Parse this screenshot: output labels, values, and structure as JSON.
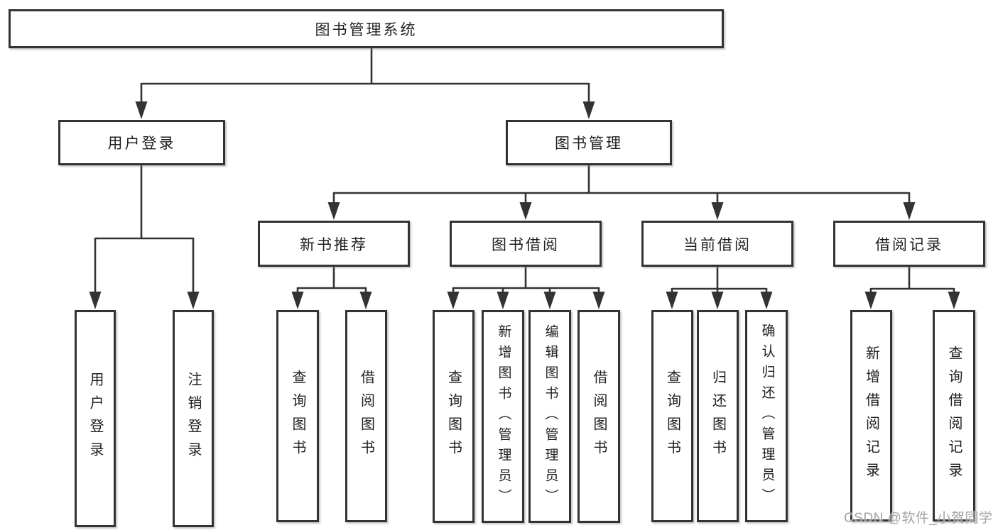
{
  "diagram": {
    "type": "hierarchy-tree",
    "root": {
      "label": "图书管理系统"
    },
    "branches": [
      {
        "label": "用户登录",
        "children": [
          {
            "label": "用户登录"
          },
          {
            "label": "注销登录"
          }
        ]
      },
      {
        "label": "图书管理",
        "children": [
          {
            "label": "新书推荐",
            "children": [
              {
                "label": "查询图书"
              },
              {
                "label": "借阅图书"
              }
            ]
          },
          {
            "label": "图书借阅",
            "children": [
              {
                "label": "查询图书"
              },
              {
                "label": "新增图书（管理员）"
              },
              {
                "label": "编辑图书（管理员）"
              },
              {
                "label": "借阅图书"
              }
            ]
          },
          {
            "label": "当前借阅",
            "children": [
              {
                "label": "查询图书"
              },
              {
                "label": "归还图书"
              },
              {
                "label": "确认归还（管理员）"
              }
            ]
          },
          {
            "label": "借阅记录",
            "children": [
              {
                "label": "新增借阅记录"
              },
              {
                "label": "查询借阅记录"
              }
            ]
          }
        ]
      }
    ],
    "colors": {
      "line": "#333333",
      "box_border": "#333333",
      "text": "#1f1f1f",
      "watermark_text": "#a3a3a3",
      "background": "#ffffff"
    },
    "watermark": "CSDN @软件_小贺同学"
  }
}
